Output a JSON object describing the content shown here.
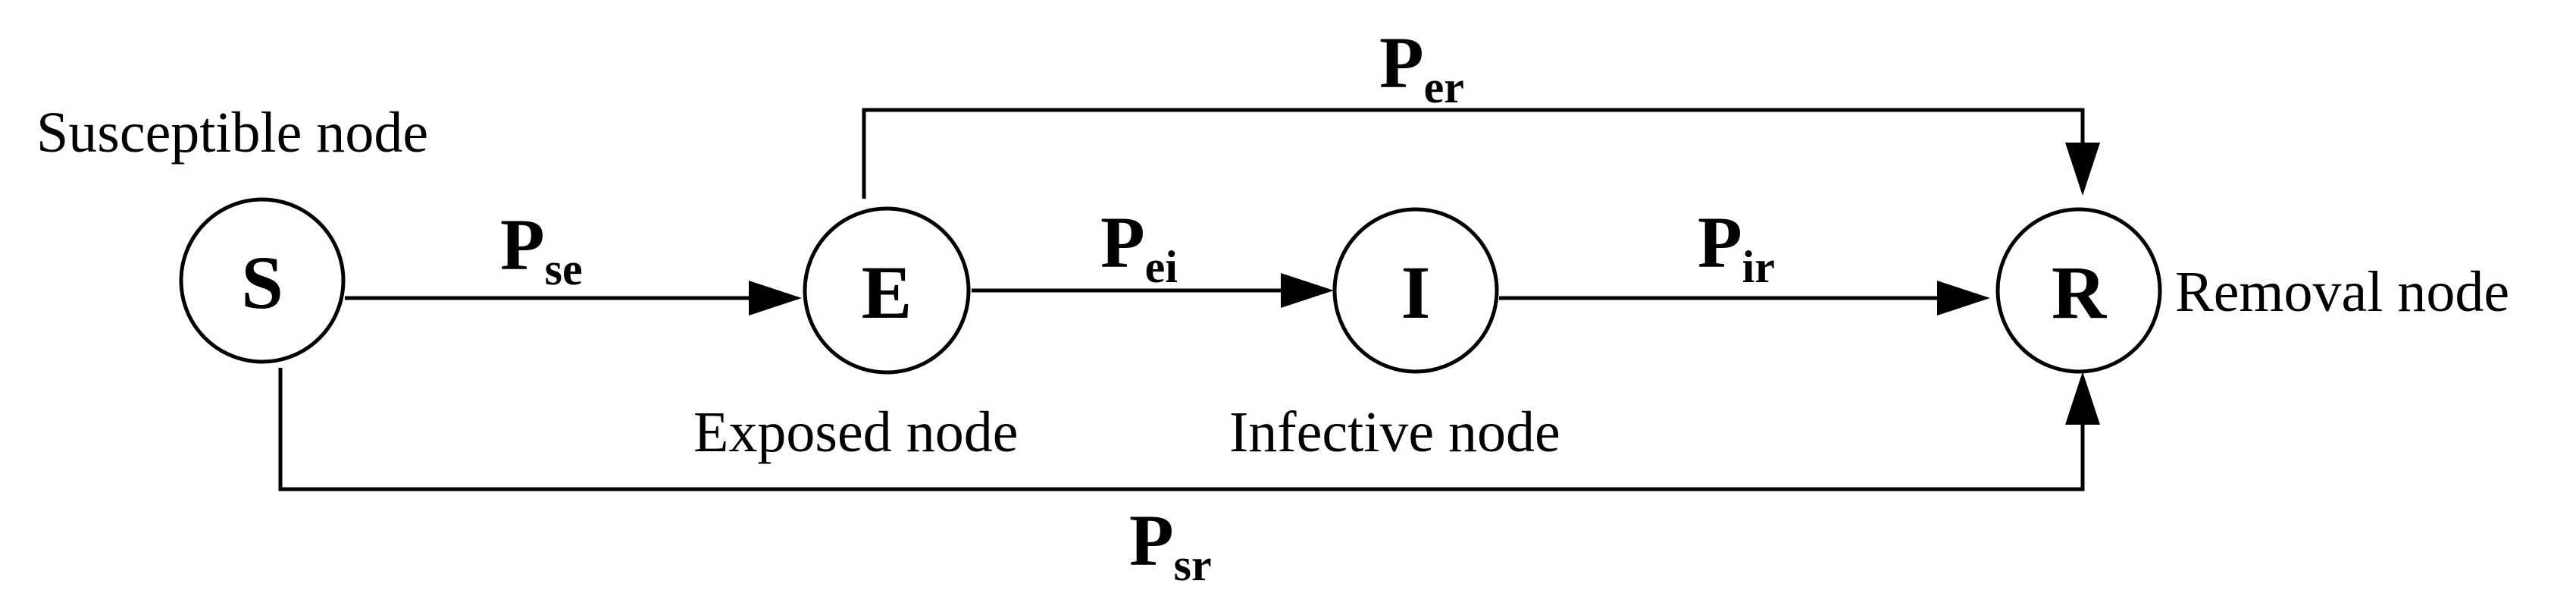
{
  "nodes": {
    "s": {
      "letter": "S",
      "caption": "Susceptible node"
    },
    "e": {
      "letter": "E",
      "caption": "Exposed node"
    },
    "i": {
      "letter": "I",
      "caption": "Infective node"
    },
    "r": {
      "letter": "R",
      "caption": "Removal node"
    }
  },
  "transitions": {
    "se": {
      "symbol": "P",
      "subscript": "se"
    },
    "ei": {
      "symbol": "P",
      "subscript": "ei"
    },
    "ir": {
      "symbol": "P",
      "subscript": "ir"
    },
    "er": {
      "symbol": "P",
      "subscript": "er"
    },
    "sr": {
      "symbol": "P",
      "subscript": "sr"
    }
  }
}
